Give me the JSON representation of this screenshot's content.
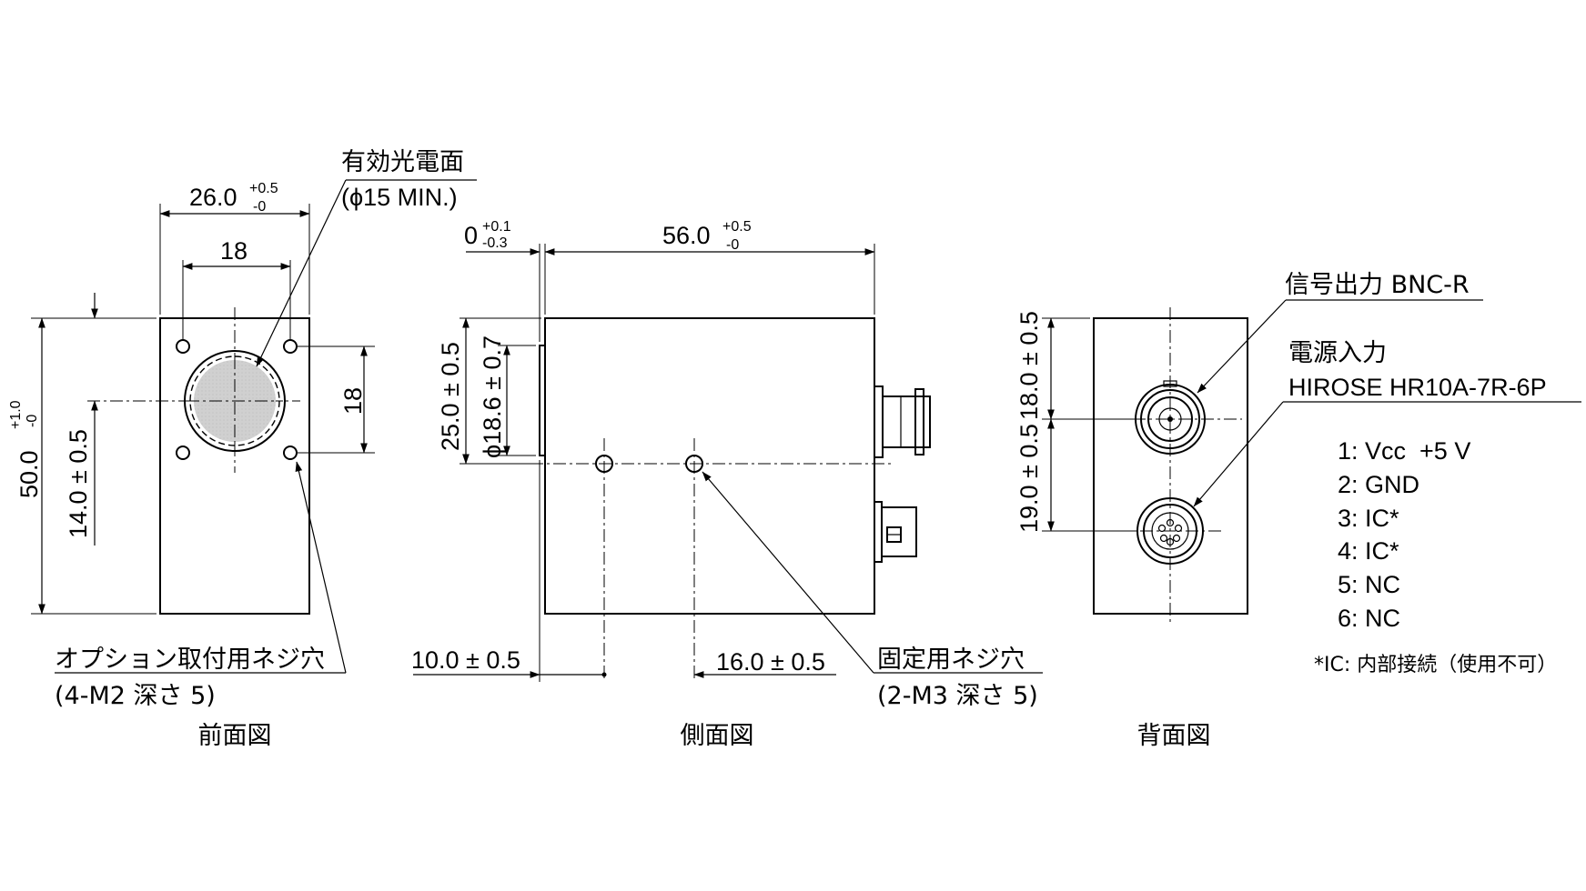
{
  "front_view": {
    "caption": "前面図",
    "width_dim": "26.0",
    "width_tol_upper": "+0.5",
    "width_tol_lower": "-0",
    "hole_pitch_h": "18",
    "hole_pitch_v": "18",
    "height_dim": "50.0",
    "height_tol_upper": "+1.0",
    "height_tol_lower": "-0",
    "center_height": "14.0 ± 0.5",
    "active_area_label": "有効光電面",
    "active_area_size": "(ϕ15 MIN.)",
    "option_screw_label": "オプション取付用ネジ穴",
    "option_screw_spec": "(4-M2 深さ 5)"
  },
  "side_view": {
    "caption": "側面図",
    "offset_dim": "0",
    "offset_tol_upper": "+0.1",
    "offset_tol_lower": "-0.3",
    "length_dim": "56.0",
    "length_tol_upper": "+0.5",
    "length_tol_lower": "-0",
    "height_dim": "25.0 ± 0.5",
    "diameter_dim": "ϕ18.6 ± 0.7",
    "hole1_dim": "10.0 ± 0.5",
    "hole2_dim": "16.0 ± 0.5",
    "fix_screw_label": "固定用ネジ穴",
    "fix_screw_spec": "(2-M3 深さ 5)"
  },
  "back_view": {
    "caption": "背面図",
    "upper_dim": "18.0 ± 0.5",
    "lower_dim": "19.0 ± 0.5",
    "signal_label": "信号出力 BNC-R",
    "power_label": "電源入力",
    "power_connector": "HIROSE HR10A-7R-6P",
    "pins": [
      "1: Vcc  +5 V",
      "2: GND",
      "3: IC*",
      "4: IC*",
      "5: NC",
      "6: NC"
    ],
    "footnote": "*IC: 内部接続（使用不可）"
  }
}
